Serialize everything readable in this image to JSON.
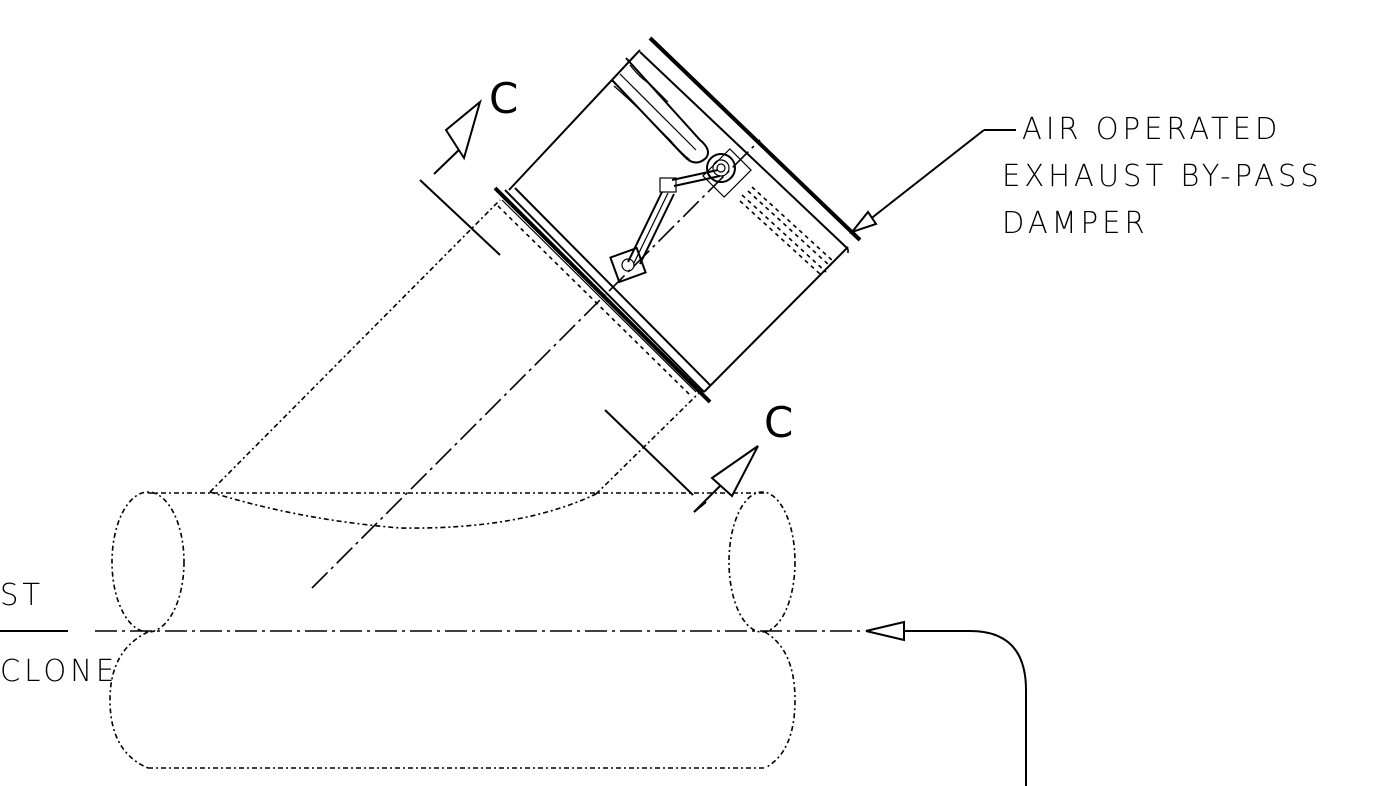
{
  "labels": {
    "damper_line1": "AIR OPERATED",
    "damper_line2": "EXHAUST BY-PASS",
    "damper_line3": "DAMPER",
    "section_mark_top": "C",
    "section_mark_bottom": "C",
    "left_label_line1": "ST",
    "left_label_line2": "CLONE"
  },
  "colors": {
    "ink": "#000000",
    "paper": "#ffffff"
  }
}
